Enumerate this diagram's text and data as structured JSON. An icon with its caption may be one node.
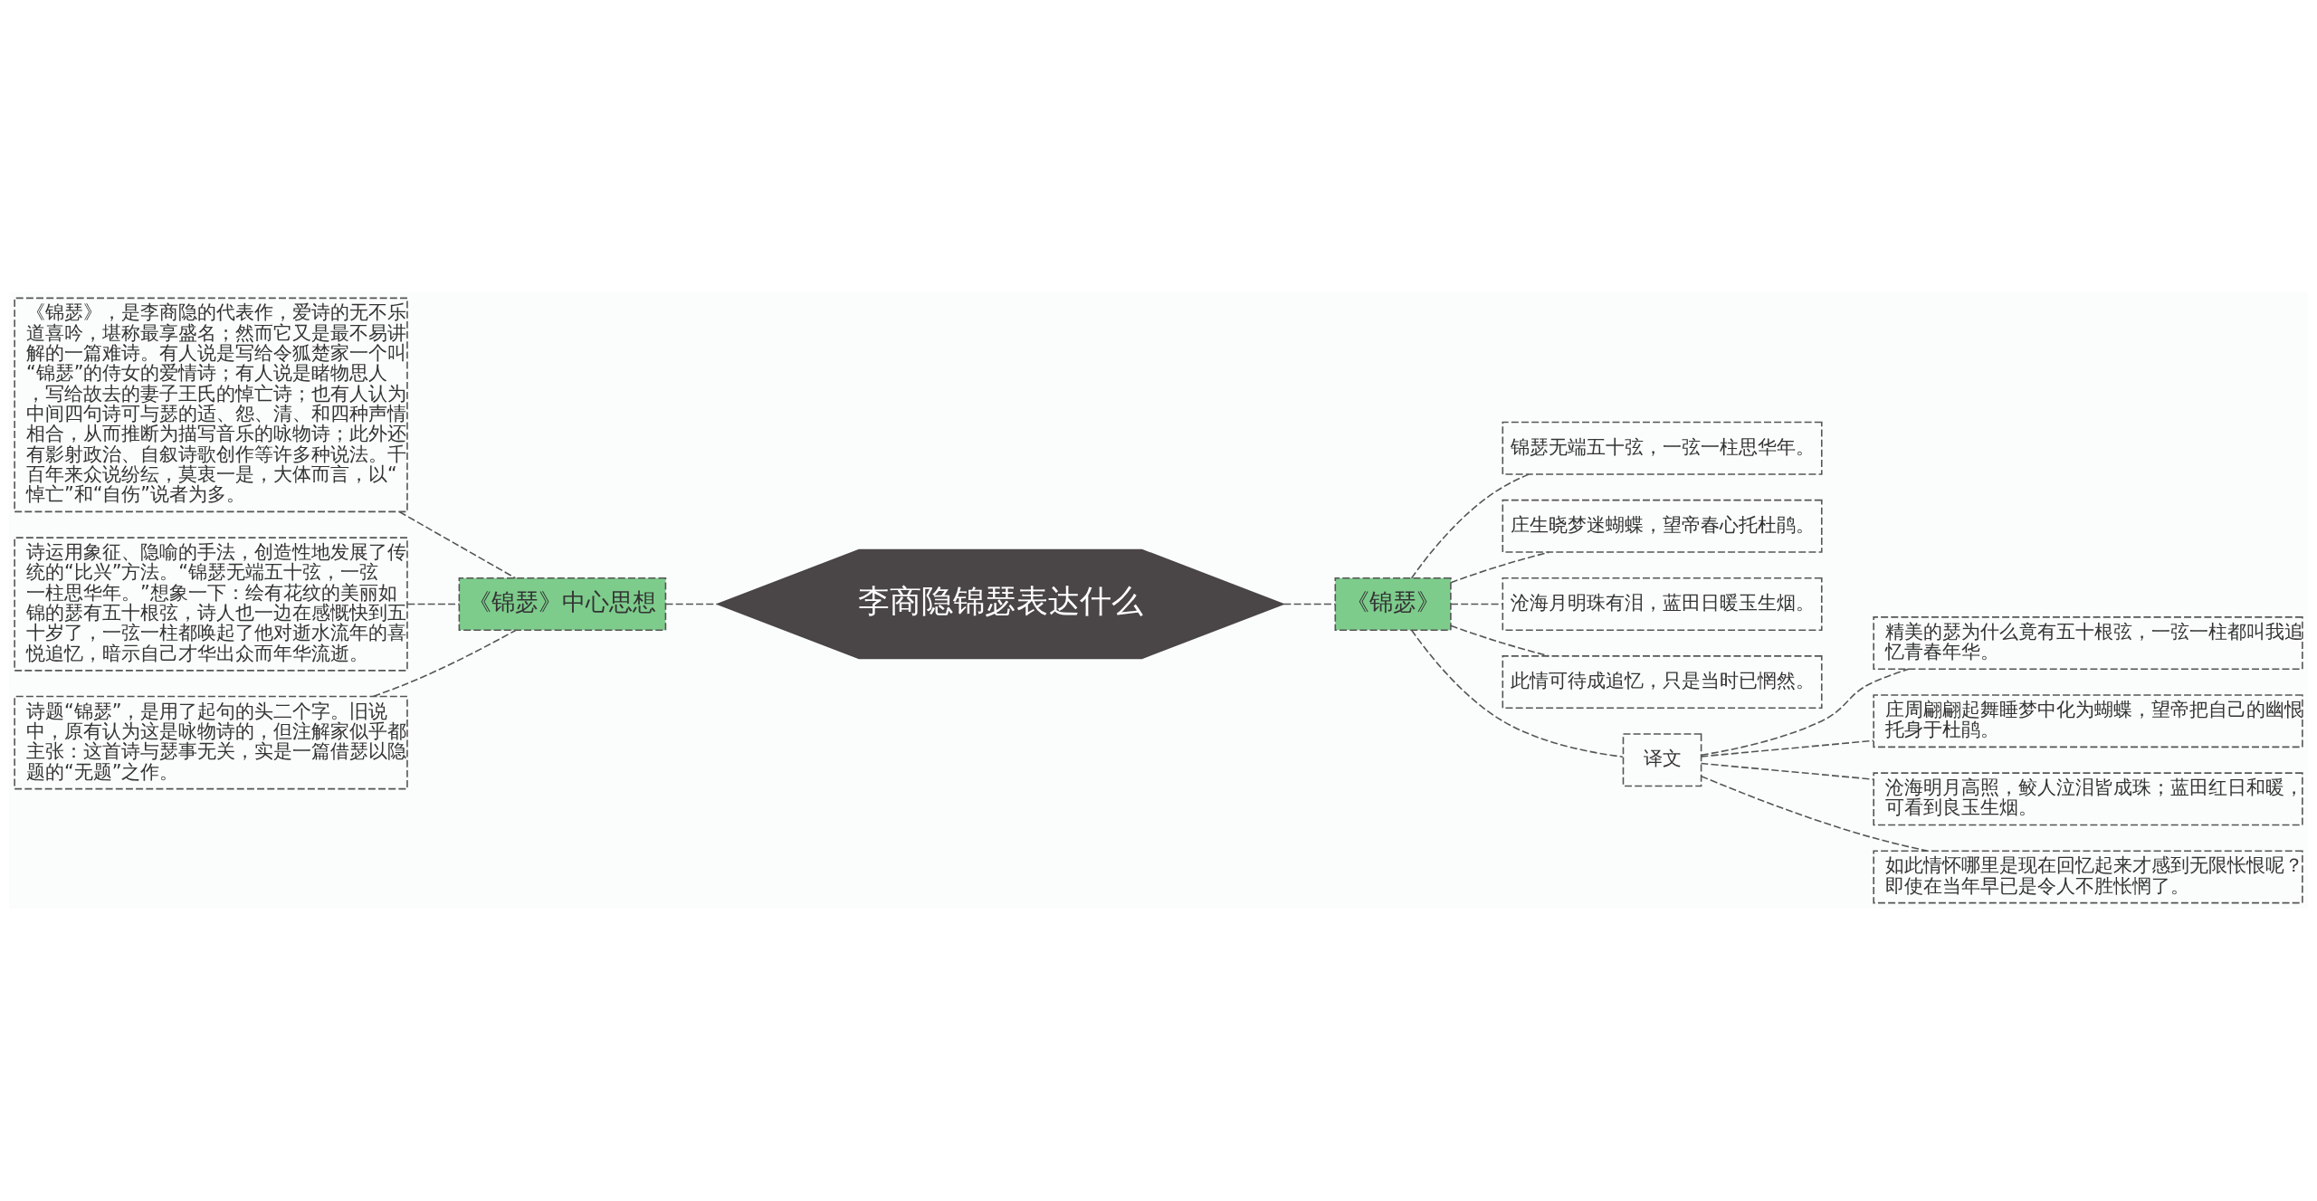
{
  "diagram": {
    "nodes": [
      {
        "text": [
          "李商隐锦瑟表达什么"
        ]
      },
      {
        "text": [
          "《锦瑟》中心思想"
        ]
      },
      {
        "text": [
          "《锦瑟》，是李商隐的代表作，爱诗的无不乐道喜吟，堪称最享盛名；然而它又是最不易讲解的一篇难诗。有人说是写给令狐楚家一个叫“锦瑟”的侍女的爱情诗；有人说是睹物思人，写给故去的妻子王氏的悼亡诗；也有人认为中间四句诗可与瑟的适、怨、清、和四种声情相合，从而推断为描写音乐的咏物诗；此外还有影射政治、自叙诗歌创作等许多种说法。千百年来众说纷纭，莫衷一是，大体而言，以“悼亡”和“自伤”说者为多。"
        ]
      },
      {
        "text": [
          "诗运用象征、隐喻的手法，创造性地发展了传统的“比兴”方法。“锦瑟无端五十弦，一弦一柱思华年。”想象一下：绘有花纹的美丽如锦的瑟有五十根弦，诗人也一边在感慨快到五十岁了，一弦一柱都唤起了他对逝水流年的喜悦追忆，暗示自己才华出众而年华流逝。"
        ]
      },
      {
        "text": [
          "诗题“锦瑟”，是用了起句的头二个字。旧说中，原有认为这是咏物诗的，但注解家似乎都主张：这首诗与瑟事无关，实是一篇借瑟以隐题的“无题”之作。"
        ]
      },
      {
        "text": [
          "《锦瑟》"
        ]
      },
      {
        "text": [
          "锦瑟无端五十弦，一弦一柱思华年。"
        ]
      },
      {
        "text": [
          "庄生晓梦迷蝴蝶，望帝春心托杜鹃。"
        ]
      },
      {
        "text": [
          "沧海月明珠有泪，蓝田日暖玉生烟。"
        ]
      },
      {
        "text": [
          "此情可待成追忆，只是当时已惘然。"
        ]
      },
      {
        "text": [
          "译文"
        ]
      },
      {
        "text": [
          "精美的瑟为什么竟有五十根弦，一弦一柱都叫我追忆青春年华。"
        ]
      },
      {
        "text": [
          "庄周翩翩起舞睡梦中化为蝴蝶，望帝把自己的幽恨托身于杜鹃。"
        ]
      },
      {
        "text": [
          "沧海明月高照，鲛人泣泪皆成珠；蓝田红日和暖，可看到良玉生烟。"
        ]
      },
      {
        "text": [
          "如此情怀哪里是现在回忆起来才感到无限怅恨呢？即使在当年早已是令人不胜怅惘了。"
        ]
      }
    ],
    "edges": [
      {
        "from": 0,
        "to": 1,
        "arrow": "none"
      },
      {
        "from": 1,
        "to": 2,
        "arrow": "none"
      },
      {
        "from": 1,
        "to": 3,
        "arrow": "none"
      },
      {
        "from": 1,
        "to": 4,
        "arrow": "none"
      },
      {
        "from": 0,
        "to": 5,
        "arrow": "none"
      },
      {
        "from": 5,
        "to": 6,
        "arrow": "none"
      },
      {
        "from": 5,
        "to": 7,
        "arrow": "none"
      },
      {
        "from": 5,
        "to": 8,
        "arrow": "none"
      },
      {
        "from": 5,
        "to": 9,
        "arrow": "none"
      },
      {
        "from": 5,
        "to": 10,
        "arrow": "none"
      },
      {
        "from": 10,
        "to": 11,
        "arrow": "none"
      },
      {
        "from": 10,
        "to": 12,
        "arrow": "none"
      },
      {
        "from": 10,
        "to": 13,
        "arrow": "none"
      },
      {
        "from": 10,
        "to": 14,
        "arrow": "none"
      }
    ]
  }
}
